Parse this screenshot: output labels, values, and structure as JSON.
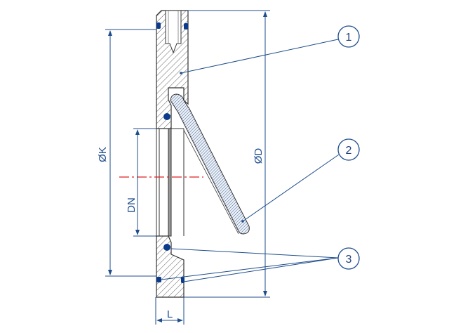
{
  "title": "Wafer check valve cross-section",
  "dimensions": {
    "outer_diameter": "ØD",
    "bolt_circle": "ØK",
    "nominal_diameter": "DN",
    "length": "L"
  },
  "callouts": [
    {
      "number": "1"
    },
    {
      "number": "2"
    },
    {
      "number": "3"
    }
  ],
  "colors": {
    "line": "#1f4e8c",
    "seal": "#0d3b8c",
    "centerline": "#e02020",
    "outline": "#333333"
  }
}
